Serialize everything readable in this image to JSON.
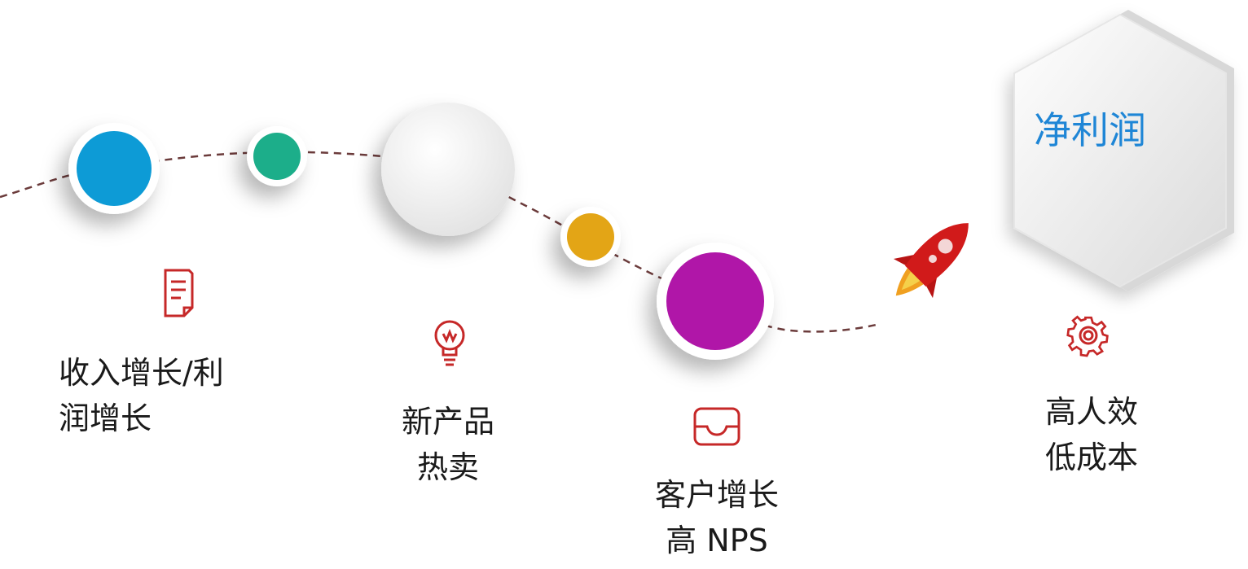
{
  "goal": {
    "label": "净利润",
    "color": "#1f86d6"
  },
  "steps": [
    {
      "icon": "document-icon",
      "line1": "收入增长/利",
      "line2": "润增长"
    },
    {
      "icon": "lightbulb-icon",
      "line1": "新产品",
      "line2": "热卖"
    },
    {
      "icon": "inbox-tray-icon",
      "line1": "客户增长",
      "line2": "高 NPS"
    },
    {
      "icon": "gear-icon",
      "line1": "高人效",
      "line2": "低成本"
    }
  ],
  "bubbles": [
    {
      "name": "bubble-blue",
      "color": "#0a9bd6"
    },
    {
      "name": "bubble-teal",
      "color": "#1aae8a"
    },
    {
      "name": "bubble-white",
      "color": "#f4f4f4"
    },
    {
      "name": "bubble-amber",
      "color": "#e3a512"
    },
    {
      "name": "bubble-magenta",
      "color": "#b018a8"
    }
  ],
  "colors": {
    "icon": "#c62828",
    "path": "#6b3b3b",
    "rocket": "#d11a1a"
  }
}
